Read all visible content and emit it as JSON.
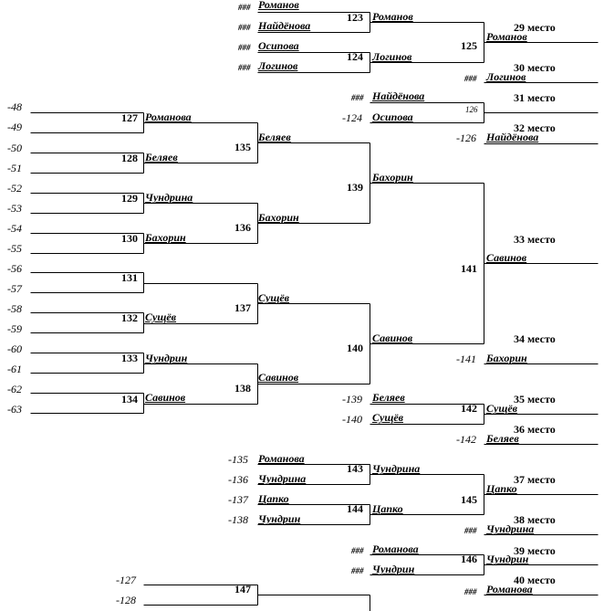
{
  "rows": [
    {
      "id": "r01",
      "text": "Романов",
      "type": "name"
    },
    {
      "id": "r02",
      "text": "Найдёнова",
      "type": "name"
    },
    {
      "id": "r03",
      "text": "Осипова",
      "type": "name"
    },
    {
      "id": "r04",
      "text": "Логинов",
      "type": "name"
    },
    {
      "id": "r05",
      "text": "Романов",
      "type": "name"
    },
    {
      "id": "r06",
      "text": "Логинов",
      "type": "name"
    },
    {
      "id": "r07",
      "text": "Романов",
      "type": "name"
    },
    {
      "id": "r08",
      "text": "Логинов",
      "type": "name"
    },
    {
      "id": "r09",
      "text": "Найдёнова",
      "type": "name"
    },
    {
      "id": "r10",
      "text": "Осипова",
      "type": "name"
    },
    {
      "id": "r11",
      "text": "Найдёнова",
      "type": "name"
    },
    {
      "id": "r12",
      "text": "Романова",
      "type": "name"
    },
    {
      "id": "r13",
      "text": "Беляев",
      "type": "name"
    },
    {
      "id": "r14",
      "text": "Беляев",
      "type": "name"
    },
    {
      "id": "r15",
      "text": "Чундрина",
      "type": "name"
    },
    {
      "id": "r16",
      "text": "Бахорин",
      "type": "name"
    },
    {
      "id": "r17",
      "text": "Бахорин",
      "type": "name"
    },
    {
      "id": "r18",
      "text": "Бахорин",
      "type": "name"
    },
    {
      "id": "r19",
      "text": "Савинов",
      "type": "name"
    },
    {
      "id": "r20",
      "text": "Сущёв",
      "type": "name"
    },
    {
      "id": "r21",
      "text": "Сущёв",
      "type": "name"
    },
    {
      "id": "r22",
      "text": "Савинов",
      "type": "name"
    },
    {
      "id": "r23",
      "text": "Чундрин",
      "type": "name"
    },
    {
      "id": "r24",
      "text": "Савинов",
      "type": "name"
    },
    {
      "id": "r25",
      "text": "Бахорин",
      "type": "name"
    },
    {
      "id": "r26",
      "text": "Савинов",
      "type": "name"
    },
    {
      "id": "r27",
      "text": "Беляев",
      "type": "name"
    },
    {
      "id": "r28",
      "text": "Сущёв",
      "type": "name"
    },
    {
      "id": "r29",
      "text": "Сущёв",
      "type": "name"
    },
    {
      "id": "r30",
      "text": "Беляев",
      "type": "name"
    },
    {
      "id": "r31",
      "text": "Романова",
      "type": "name"
    },
    {
      "id": "r32",
      "text": "Чундрина",
      "type": "name"
    },
    {
      "id": "r33",
      "text": "Чундрина",
      "type": "name"
    },
    {
      "id": "r34",
      "text": "Цапко",
      "type": "name"
    },
    {
      "id": "r35",
      "text": "Чундрин",
      "type": "name"
    },
    {
      "id": "r36",
      "text": "Цапко",
      "type": "name"
    },
    {
      "id": "r37",
      "text": "Цапко",
      "type": "name"
    },
    {
      "id": "r38",
      "text": "Чундрина",
      "type": "name"
    },
    {
      "id": "r39",
      "text": "Романова",
      "type": "name"
    },
    {
      "id": "r40",
      "text": "Чундрин",
      "type": "name"
    },
    {
      "id": "r41",
      "text": "Чундрин",
      "type": "name"
    },
    {
      "id": "r42",
      "text": "Романова",
      "type": "name"
    },
    {
      "id": "h01",
      "text": "###",
      "type": "hash"
    },
    {
      "id": "h02",
      "text": "###",
      "type": "hash"
    },
    {
      "id": "h03",
      "text": "###",
      "type": "hash"
    },
    {
      "id": "h04",
      "text": "###",
      "type": "hash"
    },
    {
      "id": "h05",
      "text": "###",
      "type": "hash"
    },
    {
      "id": "h06",
      "text": "###",
      "type": "hash"
    },
    {
      "id": "h07",
      "text": "###",
      "type": "hash"
    },
    {
      "id": "h08",
      "text": "###",
      "type": "hash"
    },
    {
      "id": "h09",
      "text": "###",
      "type": "hash"
    },
    {
      "id": "h10",
      "text": "###",
      "type": "hash"
    },
    {
      "id": "h11",
      "text": "###",
      "type": "hash"
    },
    {
      "id": "m123",
      "text": "123",
      "type": "match"
    },
    {
      "id": "m124",
      "text": "124",
      "type": "match"
    },
    {
      "id": "m125",
      "text": "125",
      "type": "match"
    },
    {
      "id": "m126",
      "text": "126",
      "type": "small"
    },
    {
      "id": "m127",
      "text": "127",
      "type": "match"
    },
    {
      "id": "m128",
      "text": "128",
      "type": "match"
    },
    {
      "id": "m129",
      "text": "129",
      "type": "match"
    },
    {
      "id": "m130",
      "text": "130",
      "type": "match"
    },
    {
      "id": "m131",
      "text": "131",
      "type": "match"
    },
    {
      "id": "m132",
      "text": "132",
      "type": "match"
    },
    {
      "id": "m133",
      "text": "133",
      "type": "match"
    },
    {
      "id": "m134",
      "text": "134",
      "type": "match"
    },
    {
      "id": "m135",
      "text": "135",
      "type": "match"
    },
    {
      "id": "m136",
      "text": "136",
      "type": "match"
    },
    {
      "id": "m137",
      "text": "137",
      "type": "match"
    },
    {
      "id": "m138",
      "text": "138",
      "type": "match"
    },
    {
      "id": "m139",
      "text": "139",
      "type": "match"
    },
    {
      "id": "m140",
      "text": "140",
      "type": "match"
    },
    {
      "id": "m141",
      "text": "141",
      "type": "match"
    },
    {
      "id": "m142",
      "text": "142",
      "type": "match"
    },
    {
      "id": "m143",
      "text": "143",
      "type": "match"
    },
    {
      "id": "m144",
      "text": "144",
      "type": "match"
    },
    {
      "id": "m145",
      "text": "145",
      "type": "match"
    },
    {
      "id": "m146",
      "text": "146",
      "type": "match"
    },
    {
      "id": "m147",
      "text": "147",
      "type": "match"
    },
    {
      "id": "p29",
      "text": "29 место",
      "type": "place"
    },
    {
      "id": "p30",
      "text": "30 место",
      "type": "place"
    },
    {
      "id": "p31",
      "text": "31 место",
      "type": "place"
    },
    {
      "id": "p32",
      "text": "32 место",
      "type": "place"
    },
    {
      "id": "p33",
      "text": "33 место",
      "type": "place"
    },
    {
      "id": "p34",
      "text": "34 место",
      "type": "place"
    },
    {
      "id": "p35",
      "text": "35 место",
      "type": "place"
    },
    {
      "id": "p36",
      "text": "36 место",
      "type": "place"
    },
    {
      "id": "p37",
      "text": "37 место",
      "type": "place"
    },
    {
      "id": "p38",
      "text": "38 место",
      "type": "place"
    },
    {
      "id": "p39",
      "text": "39 место",
      "type": "place"
    },
    {
      "id": "p40",
      "text": "40 место",
      "type": "place"
    },
    {
      "id": "s48",
      "text": "-48",
      "type": "seed"
    },
    {
      "id": "s49",
      "text": "-49",
      "type": "seed"
    },
    {
      "id": "s50",
      "text": "-50",
      "type": "seed"
    },
    {
      "id": "s51",
      "text": "-51",
      "type": "seed"
    },
    {
      "id": "s52",
      "text": "-52",
      "type": "seed"
    },
    {
      "id": "s53",
      "text": "-53",
      "type": "seed"
    },
    {
      "id": "s54",
      "text": "-54",
      "type": "seed"
    },
    {
      "id": "s55",
      "text": "-55",
      "type": "seed"
    },
    {
      "id": "s56",
      "text": "-56",
      "type": "seed"
    },
    {
      "id": "s57",
      "text": "-57",
      "type": "seed"
    },
    {
      "id": "s58",
      "text": "-58",
      "type": "seed"
    },
    {
      "id": "s59",
      "text": "-59",
      "type": "seed"
    },
    {
      "id": "s60",
      "text": "-60",
      "type": "seed"
    },
    {
      "id": "s61",
      "text": "-61",
      "type": "seed"
    },
    {
      "id": "s62",
      "text": "-62",
      "type": "seed"
    },
    {
      "id": "s63",
      "text": "-63",
      "type": "seed"
    },
    {
      "id": "s124",
      "text": "-124",
      "type": "seed"
    },
    {
      "id": "s126",
      "text": "-126",
      "type": "seed"
    },
    {
      "id": "s141",
      "text": "-141",
      "type": "seed"
    },
    {
      "id": "s139",
      "text": "-139",
      "type": "seed"
    },
    {
      "id": "s140",
      "text": "-140",
      "type": "seed"
    },
    {
      "id": "s142",
      "text": "-142",
      "type": "seed"
    },
    {
      "id": "s135",
      "text": "-135",
      "type": "seed"
    },
    {
      "id": "s136",
      "text": "-136",
      "type": "seed"
    },
    {
      "id": "s137",
      "text": "-137",
      "type": "seed"
    },
    {
      "id": "s138",
      "text": "-138",
      "type": "seed"
    },
    {
      "id": "s127",
      "text": "-127",
      "type": "seed"
    },
    {
      "id": "s128",
      "text": "-128",
      "type": "seed"
    }
  ]
}
